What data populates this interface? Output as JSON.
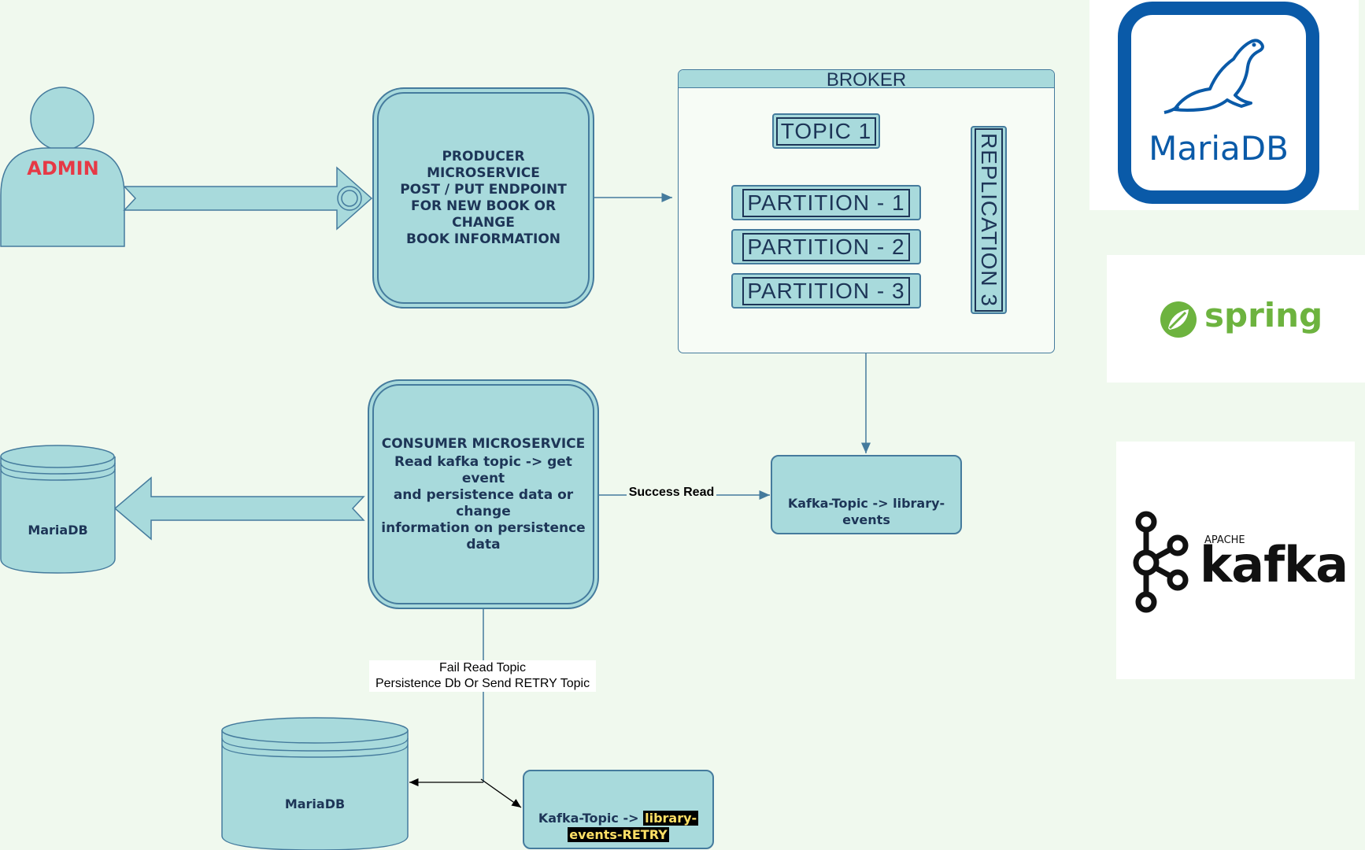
{
  "actor": {
    "label": "ADMIN"
  },
  "producer": {
    "lines": [
      "PRODUCER MICROSERVICE",
      "POST / PUT ENDPOINT",
      "FOR NEW BOOK OR CHANGE",
      "BOOK INFORMATION"
    ]
  },
  "broker": {
    "title": "BROKER",
    "topic": "TOPIC 1",
    "partitions": [
      "PARTITION - 1",
      "PARTITION - 2",
      "PARTITION - 3"
    ],
    "replication": "REPLICATION 3"
  },
  "consumer": {
    "title": "CONSUMER MICROSERVICE",
    "lines": [
      "Read kafka topic -> get event",
      "and persistence data or change",
      "information on persistence data"
    ]
  },
  "kafka_topic_main": {
    "line1": "Kafka-Topic -> library-",
    "line2": "events"
  },
  "kafka_topic_retry": {
    "prefix": "Kafka-Topic -> ",
    "highlight1": "library-",
    "highlight2": "events-RETRY"
  },
  "database_left": {
    "label": "MariaDB"
  },
  "database_bottom": {
    "label": "MariaDB"
  },
  "edges": {
    "success": "Success Read",
    "fail_line1": "Fail Read Topic",
    "fail_line2": "Persistence Db Or Send RETRY Topic"
  },
  "logos": {
    "mariadb": "MariaDB",
    "spring": "spring",
    "kafka_small": "APACHE",
    "kafka": "kafka"
  },
  "colors": {
    "fill": "#a8dadc",
    "stroke": "#457b9d",
    "text": "#1d3557",
    "background": "#f0f9ee",
    "admin": "#e63946"
  }
}
